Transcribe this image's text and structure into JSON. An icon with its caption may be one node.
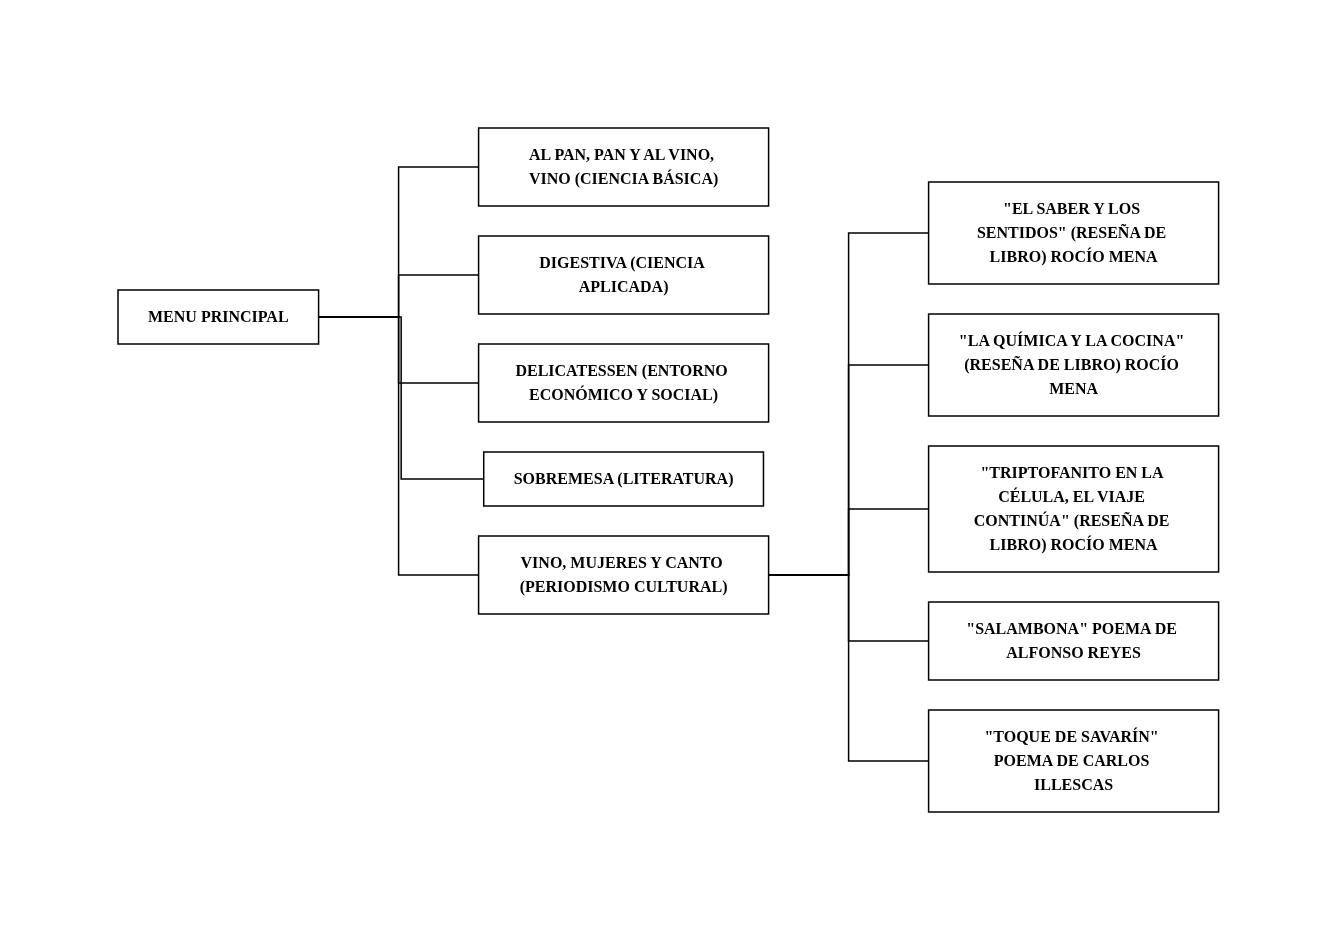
{
  "diagram": {
    "nodes": [
      {
        "text": [
          "MENU PRINCIPAL"
        ]
      },
      {
        "text": [
          "AL PAN, PAN Y AL VINO, VINO (CIENCIA BÁSICA)"
        ]
      },
      {
        "text": [
          "DIGESTIVA (CIENCIA APLICADA)"
        ]
      },
      {
        "text": [
          "DELICATESSEN (ENTORNO ECONÓMICO Y SOCIAL)"
        ]
      },
      {
        "text": [
          "SOBREMESA (LITERATURA)"
        ]
      },
      {
        "text": [
          "VINO, MUJERES Y CANTO (PERIODISMO CULTURAL)"
        ]
      },
      {
        "text": [
          "\"EL SABER Y LOS SENTIDOS\" (RESEÑA DE LIBRO) ROCÍO MENA"
        ]
      },
      {
        "text": [
          "\"LA QUÍMICA Y LA COCINA\" (RESEÑA DE LIBRO) ROCÍO MENA"
        ]
      },
      {
        "text": [
          "\"TRIPTOFANITO EN LA CÉLULA, EL VIAJE CONTINÚA\" (RESEÑA DE LIBRO) ROCÍO MENA"
        ]
      },
      {
        "text": [
          "\"SALAMBONA\" POEMA DE ALFONSO REYES"
        ]
      },
      {
        "text": [
          "\"TOQUE DE SAVARÍN\" POEMA DE CARLOS ILLESCAS"
        ]
      }
    ],
    "edges": [
      {
        "from": 0,
        "to": 1,
        "arrow": "none"
      },
      {
        "from": 0,
        "to": 2,
        "arrow": "none"
      },
      {
        "from": 0,
        "to": 3,
        "arrow": "none"
      },
      {
        "from": 0,
        "to": 4,
        "arrow": "none"
      },
      {
        "from": 0,
        "to": 5,
        "arrow": "none"
      },
      {
        "from": 5,
        "to": 6,
        "arrow": "none"
      },
      {
        "from": 5,
        "to": 7,
        "arrow": "none"
      },
      {
        "from": 5,
        "to": 8,
        "arrow": "none"
      },
      {
        "from": 5,
        "to": 9,
        "arrow": "none"
      },
      {
        "from": 5,
        "to": 10,
        "arrow": "none"
      }
    ]
  }
}
